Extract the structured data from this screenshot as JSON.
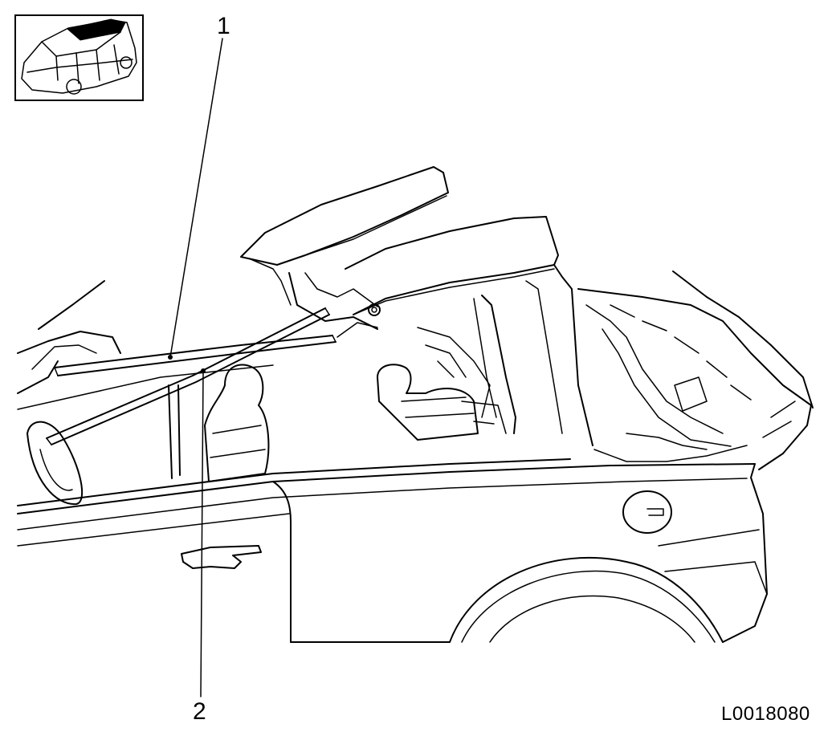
{
  "callouts": {
    "one": "1",
    "two": "2"
  },
  "drawing_code": "L0018080",
  "colors": {
    "line": "#000000",
    "background": "#ffffff",
    "thumbnail_roof": "#000000"
  },
  "icons": {
    "thumbnail": "vehicle-overview-icon"
  }
}
